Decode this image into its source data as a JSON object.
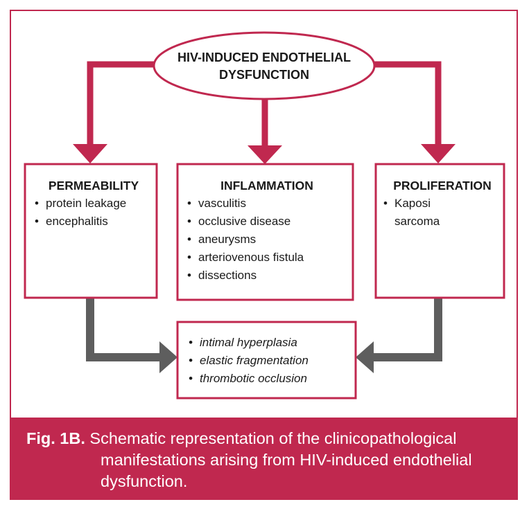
{
  "diagram": {
    "root": {
      "line1": "HIV-INDUCED ENDOTHELIAL",
      "line2": "DYSFUNCTION"
    },
    "boxes": {
      "permeability": {
        "title": "PERMEABILITY",
        "items": [
          "protein leakage",
          "encephalitis"
        ]
      },
      "inflammation": {
        "title": "INFLAMMATION",
        "items": [
          "vasculitis",
          "occlusive disease",
          "aneurysms",
          "arteriovenous fistula",
          "dissections"
        ]
      },
      "proliferation": {
        "title": "PROLIFERATION",
        "items": [
          "Kaposi",
          "sarcoma"
        ]
      },
      "outcomes": {
        "items": [
          "intimal hyperplasia",
          "elastic fragmentation",
          "thrombotic occlusion"
        ]
      }
    },
    "colors": {
      "accent": "#c0284f",
      "gray_arrow": "#5e5e5e",
      "text": "#1a1a1a"
    }
  },
  "caption": {
    "label": "Fig. 1B.",
    "line1": "Schematic representation of the clinicopathological",
    "line2": "manifestations arising from HIV-induced endothelial",
    "line3": "dysfunction."
  }
}
